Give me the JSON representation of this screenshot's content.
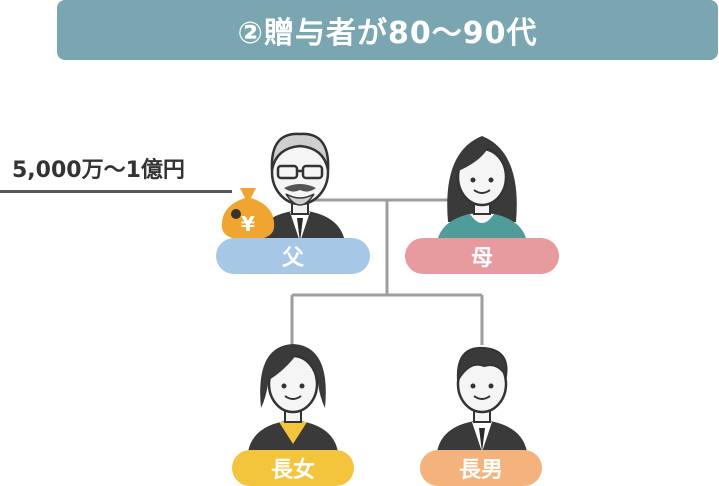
{
  "title": "②贈与者が80〜90代",
  "gift_amount": "5,000万〜1億円",
  "money_bag_symbol": "¥",
  "people": {
    "father": {
      "label": "父",
      "color": "#a7c7e7"
    },
    "mother": {
      "label": "母",
      "color": "#e89b9f"
    },
    "eldest_daughter": {
      "label": "長女",
      "color": "#f2c53d"
    },
    "eldest_son": {
      "label": "長男",
      "color": "#f4b27c"
    }
  },
  "colors": {
    "title_bar": "#7aa6b2",
    "money_bag": "#f0a531",
    "connector": "#9e9e9e"
  }
}
